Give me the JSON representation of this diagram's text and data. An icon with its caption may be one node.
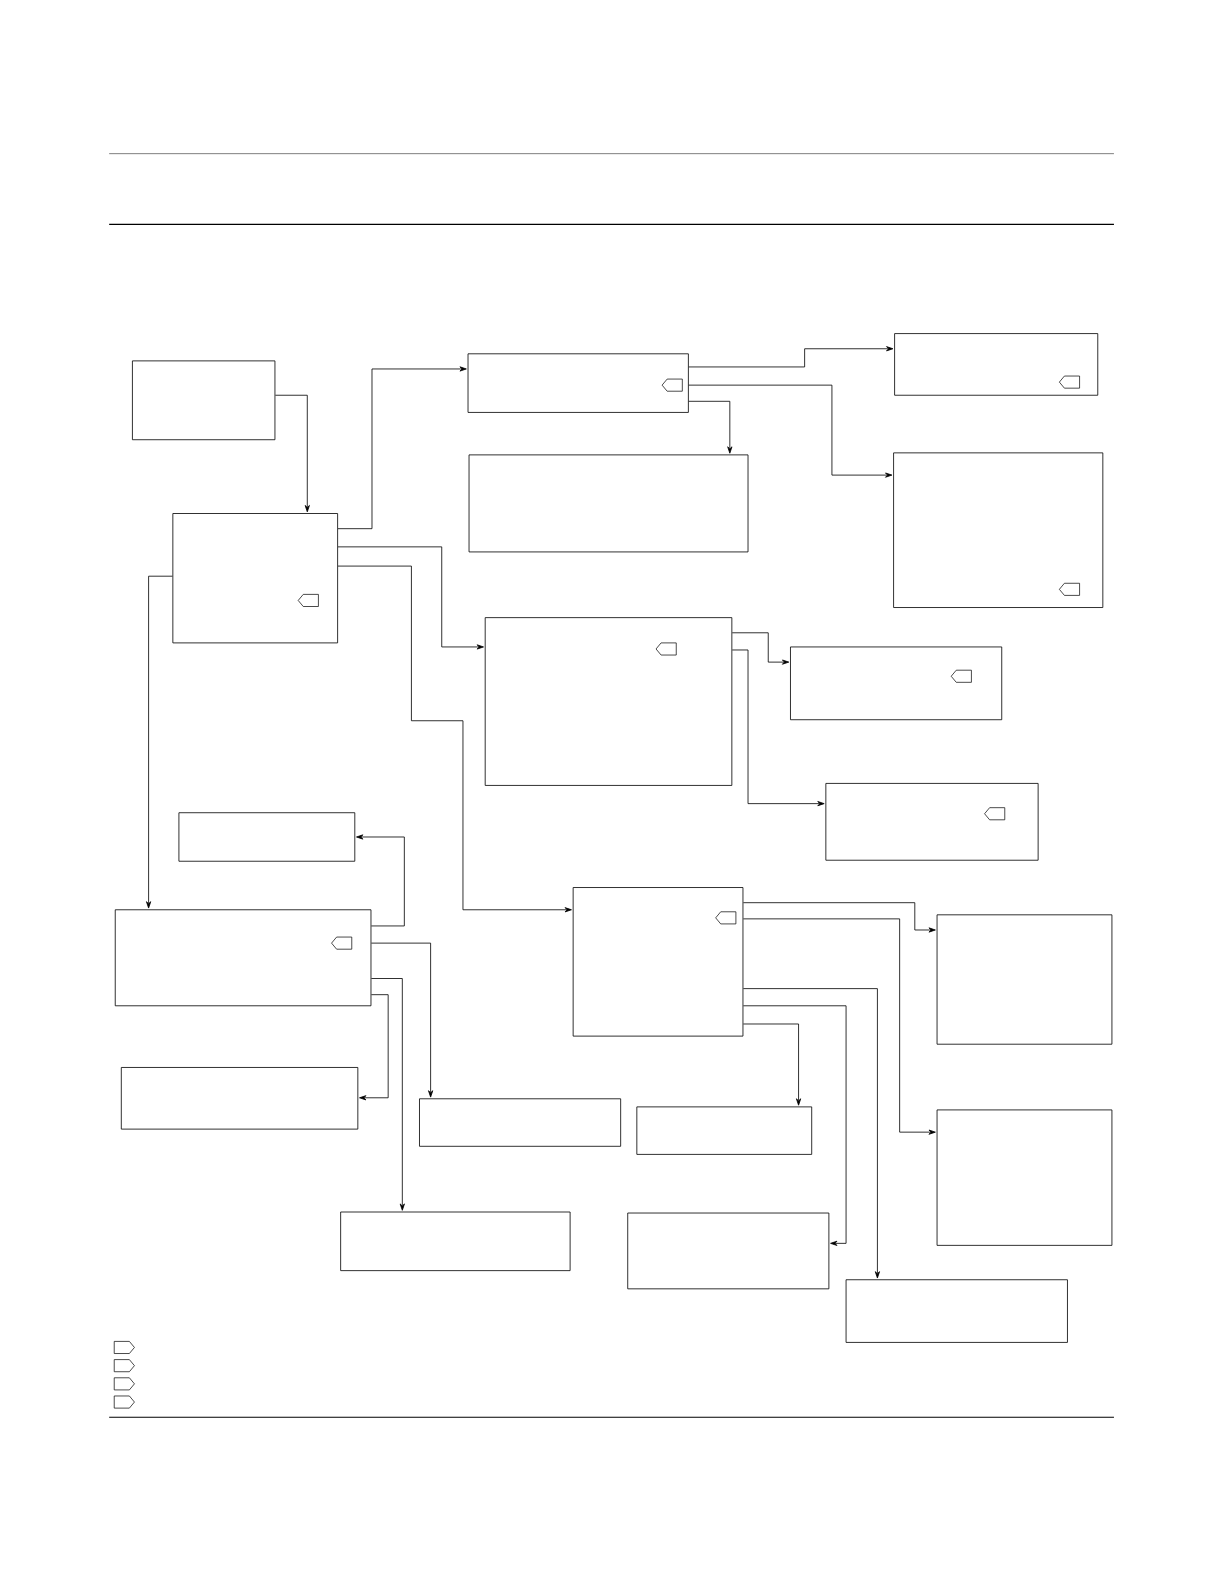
{
  "diagram": {
    "nodes": [
      {
        "text": [],
        "shape": "box"
      },
      {
        "text": [],
        "shape": "box"
      },
      {
        "text": [],
        "shape": "box"
      },
      {
        "text": [],
        "shape": "box"
      },
      {
        "text": [],
        "shape": "box"
      },
      {
        "text": [],
        "shape": "box"
      },
      {
        "text": [],
        "shape": "box"
      },
      {
        "text": [],
        "shape": "box"
      },
      {
        "text": [],
        "shape": "box"
      },
      {
        "text": [],
        "shape": "box"
      },
      {
        "text": [],
        "shape": "box"
      },
      {
        "text": [],
        "shape": "box"
      },
      {
        "text": [],
        "shape": "box"
      },
      {
        "text": [],
        "shape": "box"
      },
      {
        "text": [],
        "shape": "box"
      },
      {
        "text": [],
        "shape": "box"
      },
      {
        "text": [],
        "shape": "box"
      },
      {
        "text": [],
        "shape": "box"
      },
      {
        "text": [],
        "shape": "box"
      },
      {
        "text": [],
        "shape": "box"
      }
    ],
    "edges": [
      {
        "from": 0,
        "to": 1,
        "arrow": "to"
      },
      {
        "from": 1,
        "to": 2,
        "arrow": "to"
      },
      {
        "from": 1,
        "to": 6,
        "arrow": "to"
      },
      {
        "from": 1,
        "to": 14,
        "arrow": "to"
      },
      {
        "from": 1,
        "to": 10,
        "arrow": "to"
      },
      {
        "from": 2,
        "to": 4,
        "arrow": "to"
      },
      {
        "from": 2,
        "to": 5,
        "arrow": "to"
      },
      {
        "from": 2,
        "to": 3,
        "arrow": "to"
      },
      {
        "from": 6,
        "to": 7,
        "arrow": "to"
      },
      {
        "from": 6,
        "to": 8,
        "arrow": "to"
      },
      {
        "from": 10,
        "to": 9,
        "arrow": "to"
      },
      {
        "from": 10,
        "to": 12,
        "arrow": "to"
      },
      {
        "from": 10,
        "to": 13,
        "arrow": "to"
      },
      {
        "from": 10,
        "to": 11,
        "arrow": "to"
      },
      {
        "from": 14,
        "to": 17,
        "arrow": "to"
      },
      {
        "from": 14,
        "to": 18,
        "arrow": "to"
      },
      {
        "from": 14,
        "to": 19,
        "arrow": "to"
      },
      {
        "from": 14,
        "to": 16,
        "arrow": "to"
      },
      {
        "from": 14,
        "to": 15,
        "arrow": "to"
      }
    ]
  }
}
